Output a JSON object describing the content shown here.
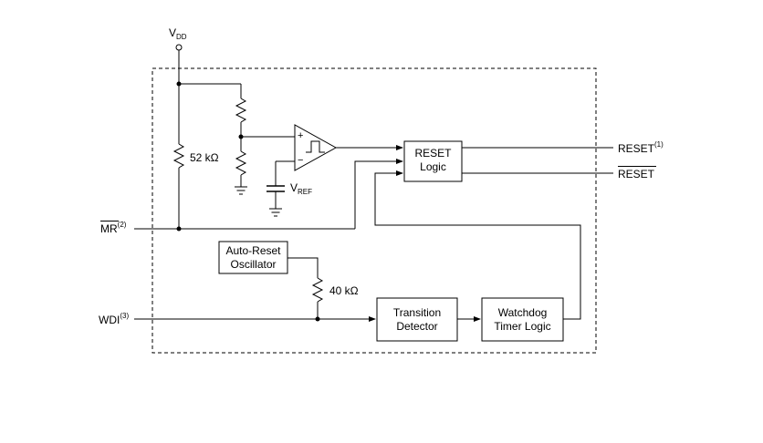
{
  "supply": {
    "name": "V",
    "sub": "DD"
  },
  "vref": {
    "name": "V",
    "sub": "REF"
  },
  "resistors": {
    "r_mr": "52 kΩ",
    "r_wdi": "40 kΩ"
  },
  "comparator": {
    "plus": "+",
    "minus": "−"
  },
  "blocks": {
    "reset_logic": [
      "RESET",
      "Logic"
    ],
    "auto_reset_osc": [
      "Auto-Reset",
      "Oscillator"
    ],
    "transition_detector": [
      "Transition",
      "Detector"
    ],
    "watchdog": [
      "Watchdog",
      "Timer Logic"
    ]
  },
  "pins": {
    "reset_out": {
      "name": "RESET",
      "note": "(1)"
    },
    "reset_bar_out": {
      "name": "RESET"
    },
    "mr_in": {
      "name": "MR",
      "note": "(2)"
    },
    "wdi_in": {
      "name": "WDI",
      "note": "(3)"
    }
  }
}
